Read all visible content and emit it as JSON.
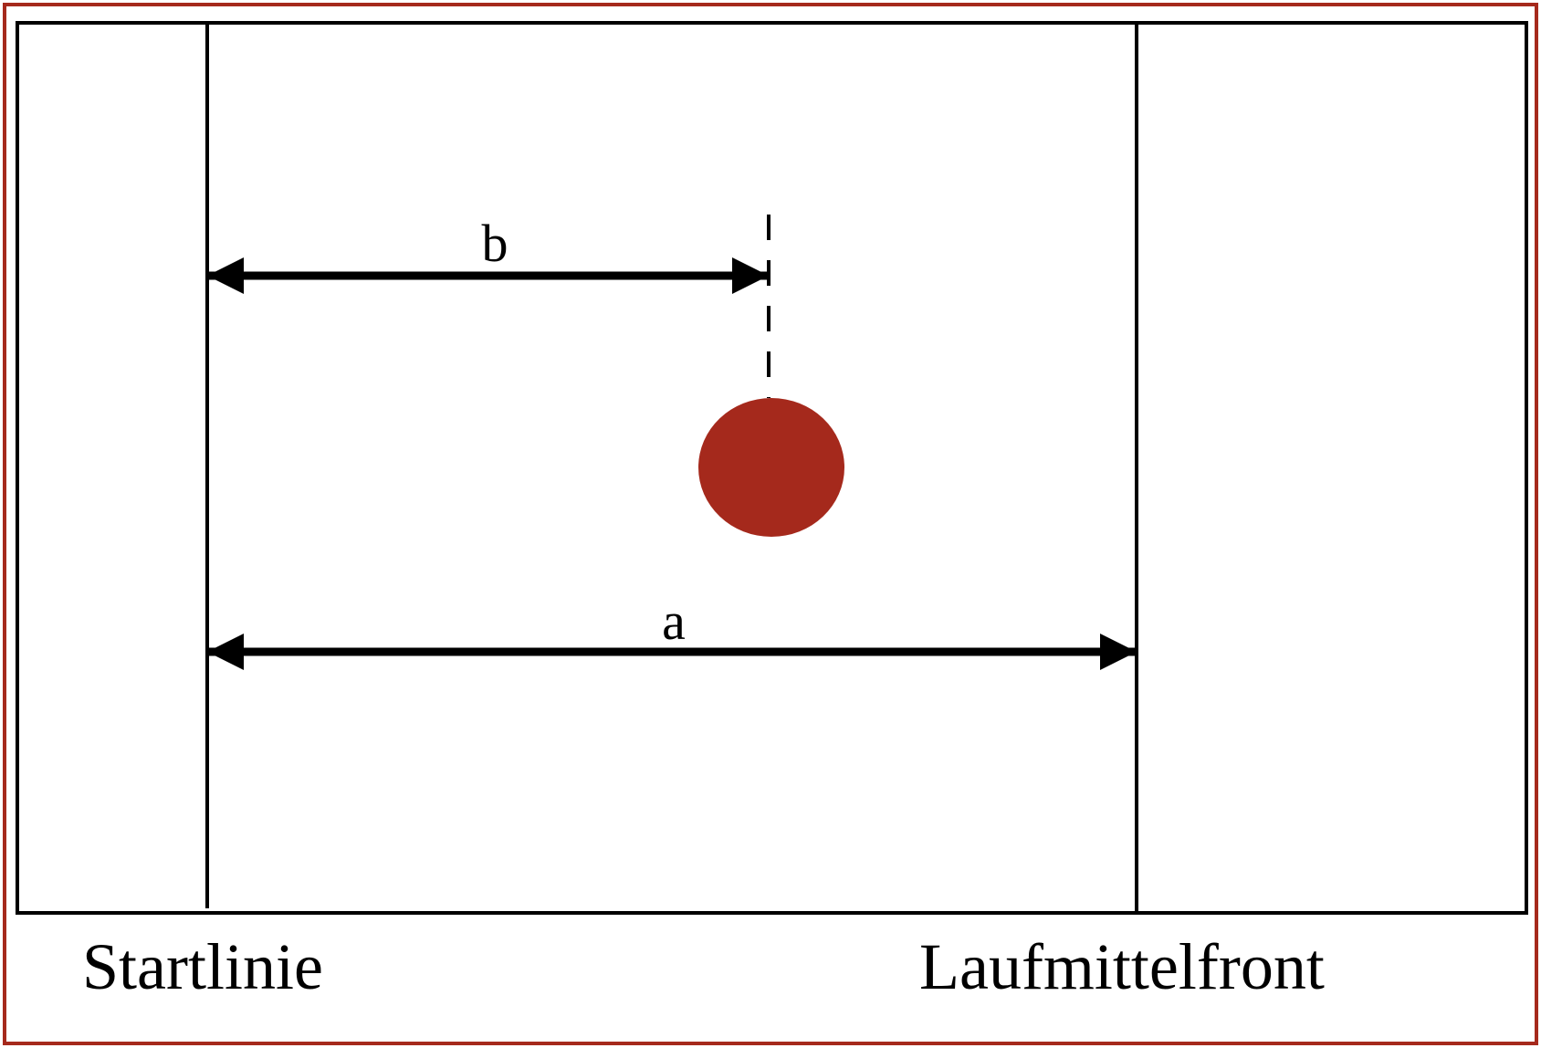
{
  "diagram": {
    "labels": {
      "start_line": "Startlinie",
      "solvent_front": "Laufmittelfront",
      "distance_a": "a",
      "distance_b": "b"
    },
    "colors": {
      "frame": "#a5291c",
      "spot": "#a5291c",
      "line": "#000000"
    }
  }
}
